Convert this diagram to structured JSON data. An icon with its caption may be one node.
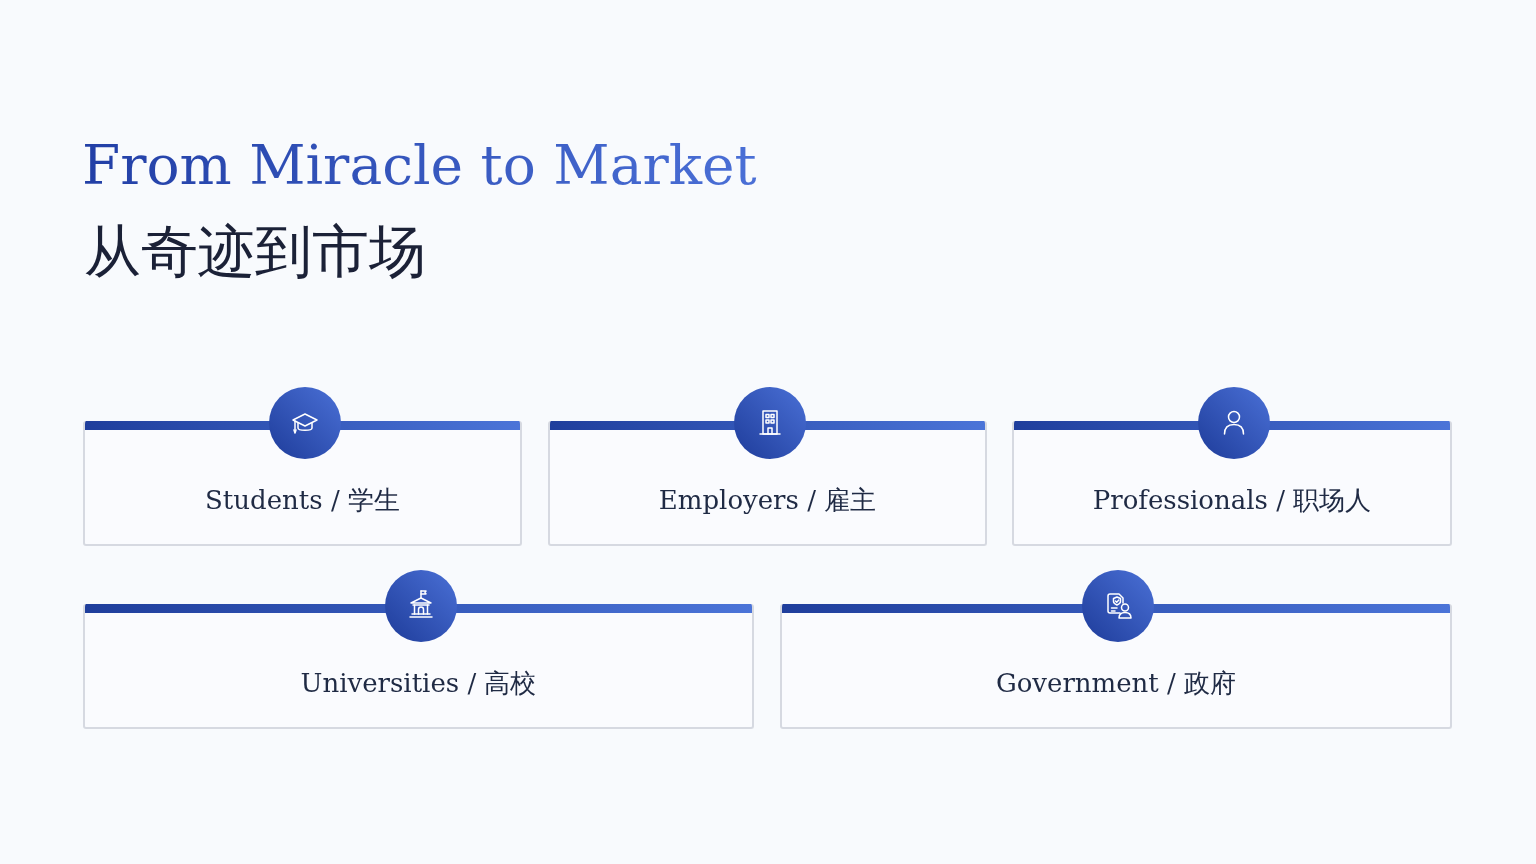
{
  "diagram": {
    "title": "From Miracle to Market",
    "nodes": [
      {
        "text": [
          "Students / 学生"
        ]
      },
      {
        "text": [
          "Employers / 雇主"
        ]
      },
      {
        "text": [
          "Professionals / 职场人"
        ]
      },
      {
        "text": [
          "Universities / 高校"
        ]
      },
      {
        "text": [
          "Government / 政府"
        ]
      }
    ],
    "labels": [
      "从奇迹到市场"
    ]
  }
}
